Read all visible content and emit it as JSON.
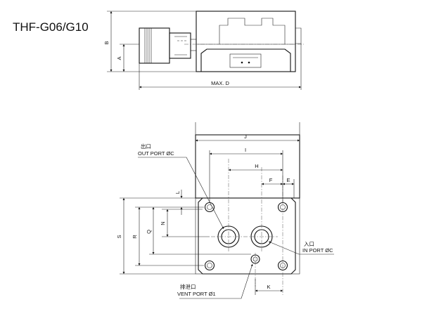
{
  "title": "THF-G06/G10",
  "side_view": {
    "dim_b": "B",
    "dim_a": "A",
    "dim_max_d": "MAX. D"
  },
  "top_view": {
    "dim_j": "J",
    "dim_i": "I",
    "dim_h": "H",
    "dim_f": "F",
    "dim_e": "E",
    "dim_l": "L",
    "dim_n": "N",
    "dim_q": "Q",
    "dim_r": "R",
    "dim_s": "S",
    "dim_k": "K",
    "out_port_cn": "出口",
    "out_port": "OUT PORT ØC",
    "in_port_cn": "入口",
    "in_port": "IN PORT ØC",
    "vent_port_cn": "排泄口",
    "vent_port": "VENT PORT Ø1"
  }
}
